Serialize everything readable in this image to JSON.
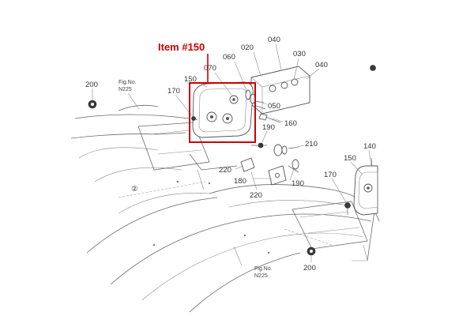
{
  "highlight": {
    "label": "Item #150",
    "color": "#cc0000"
  },
  "callouts": {
    "c200a": "200",
    "c170a": "170",
    "c150a": "150",
    "c070": "070",
    "c060": "060",
    "c020": "020",
    "c040a": "040",
    "c030": "030",
    "c040b": "040",
    "c050": "050",
    "c160": "160",
    "c190a": "190",
    "c210": "210",
    "c220a": "220",
    "c180": "180",
    "c190b": "190",
    "c220b": "220",
    "c140": "140",
    "c150b": "150",
    "c170b": "170",
    "c200b": "200"
  },
  "figrefs": {
    "top_no": "Fig.No.",
    "top_id": "N225",
    "bottom_no": "Fig.No.",
    "bottom_id": "N225"
  },
  "marks": {
    "circled_2": "②"
  }
}
